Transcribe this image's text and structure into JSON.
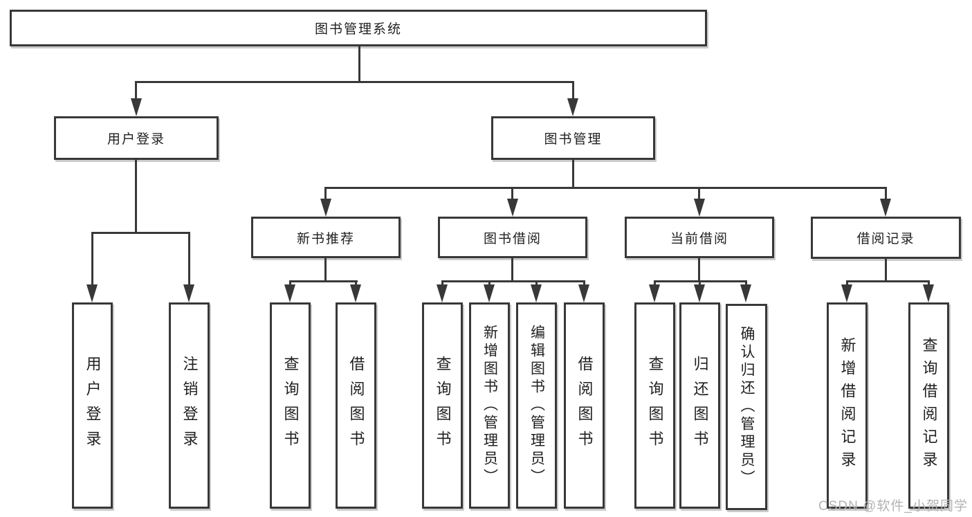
{
  "tree": {
    "root": {
      "label": "图书管理系统"
    },
    "branches": [
      {
        "label": "用户登录",
        "children": [
          {
            "label": "用户登录"
          },
          {
            "label": "注销登录"
          }
        ]
      },
      {
        "label": "图书管理",
        "children": [
          {
            "label": "新书推荐",
            "children": [
              {
                "label": "查询图书"
              },
              {
                "label": "借阅图书"
              }
            ]
          },
          {
            "label": "图书借阅",
            "children": [
              {
                "label": "查询图书"
              },
              {
                "label": "新增图书（管理员）"
              },
              {
                "label": "编辑图书（管理员）"
              },
              {
                "label": "借阅图书"
              }
            ]
          },
          {
            "label": "当前借阅",
            "children": [
              {
                "label": "查询图书"
              },
              {
                "label": "归还图书"
              },
              {
                "label": "确认归还（管理员）"
              }
            ]
          },
          {
            "label": "借阅记录",
            "children": [
              {
                "label": "新增借阅记录"
              },
              {
                "label": "查询借阅记录"
              }
            ]
          }
        ]
      }
    ]
  },
  "watermark": "CSDN @软件_小贺同学",
  "colors": {
    "line": "#383838",
    "text": "#1f1f1f",
    "watermark": "#b3b3b3",
    "background": "#ffffff"
  }
}
